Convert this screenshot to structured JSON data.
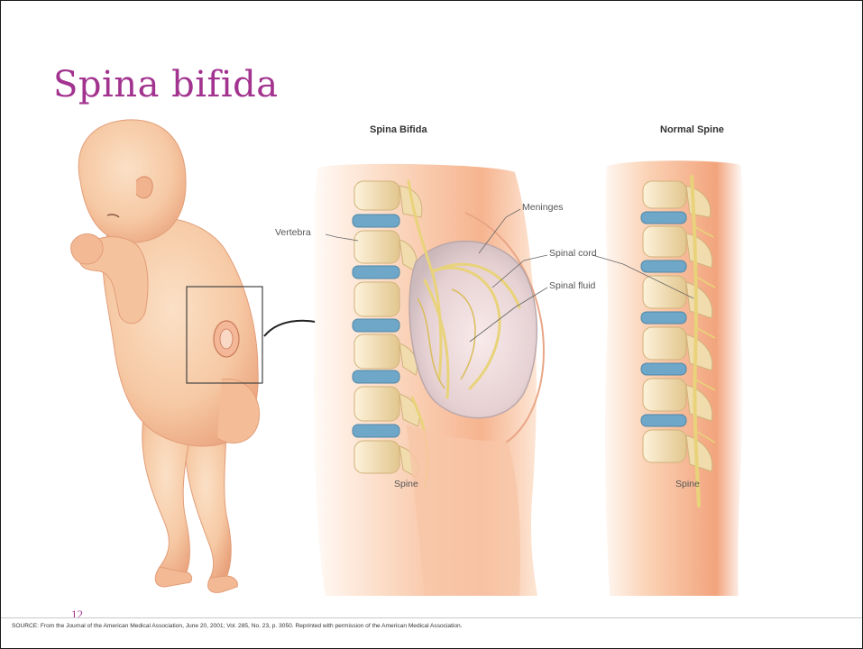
{
  "slide": {
    "title": "Spina bifida",
    "page_number": "12",
    "source_note": "SOURCE: From the Journal of the American Medical Association, June 20, 2001; Vol. 285, No. 23, p. 3050. Reprinted with permission of the American Medical Association."
  },
  "figure": {
    "panel_left_title": "Spina Bifida",
    "panel_right_title": "Normal Spine",
    "labels": {
      "vertebra": "Vertebra",
      "meninges": "Meninges",
      "spinal_cord": "Spinal cord",
      "spinal_fluid": "Spinal fluid",
      "spine_left": "Spine",
      "spine_right": "Spine"
    }
  },
  "colors": {
    "title": "#a2338f",
    "skin": "#f6c9a4",
    "skin_shadow": "#e9a27c",
    "disc": "#6fa7c8",
    "cord": "#e9d37a"
  }
}
